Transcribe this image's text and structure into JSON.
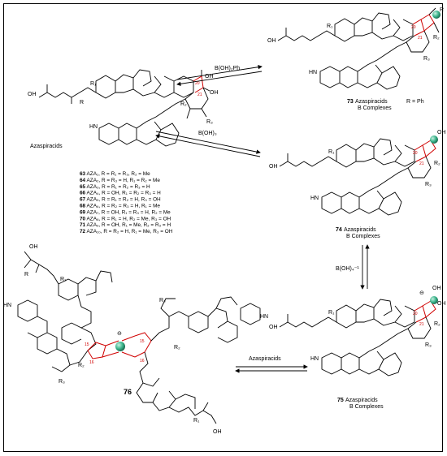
{
  "labels": {
    "azaspiracids": "Azaspiracids",
    "reagent_top": "B(OH)₂Ph",
    "reagent_mid": "B(OH)₃",
    "reagent_right": "B(OH)₄⁻¹",
    "reagent_bottom": "Azaspiracids",
    "compound_73_num": "73",
    "compound_73_text": "Azaspiracids",
    "compound_73_text2": "B Complexes",
    "r_equals": "R = Ph",
    "compound_74_num": "74",
    "compound_74_text": "Azaspiracids",
    "compound_74_text2": "B Complexes",
    "compound_75_num": "75",
    "compound_75_text": "Azaspiracids",
    "compound_75_text2": "B Complexes",
    "compound_76_num": "76",
    "oh": "OH",
    "hn": "HN",
    "o": "O",
    "r1": "R₁",
    "r2": "R₂",
    "r3": "R₃",
    "r": "R",
    "c20": "20",
    "c21": "21",
    "c15": "15",
    "c16": "16"
  },
  "legend": [
    {
      "num": "63",
      "text": " AZA₁, R = R₁ = R₃, R₂ = Me"
    },
    {
      "num": "64",
      "text": " AZA₂, R = R₃ = H, R₁ = R₂ = Me"
    },
    {
      "num": "65",
      "text": " AZA₃, R = R₁ = R₂ = R₃ = H"
    },
    {
      "num": "66",
      "text": " AZA₄, R = OH, R₁ = R₂ = R₃ = H"
    },
    {
      "num": "67",
      "text": " AZA₅, R = R₁ = R₂ = H, R₃ = OH"
    },
    {
      "num": "68",
      "text": " AZA₆, R = R₂ = R₃ = H, R₁ = Me"
    },
    {
      "num": "69",
      "text": " AZA₇, R = OH, R₁ = R₃ = H, R₂ = Me"
    },
    {
      "num": "70",
      "text": " AZA₈, R = R₁ = H, R₂ = Me, R₃ = OH"
    },
    {
      "num": "71",
      "text": " AZA₉, R = OH, R₁ = Me, R₂ = R₃ = H"
    },
    {
      "num": "72",
      "text": " AZA₁₀, R = R₂ = H, R₁ = Me, R₃ = OH"
    }
  ],
  "colors": {
    "boron": "#3bb58c",
    "highlight": "#d00000"
  }
}
